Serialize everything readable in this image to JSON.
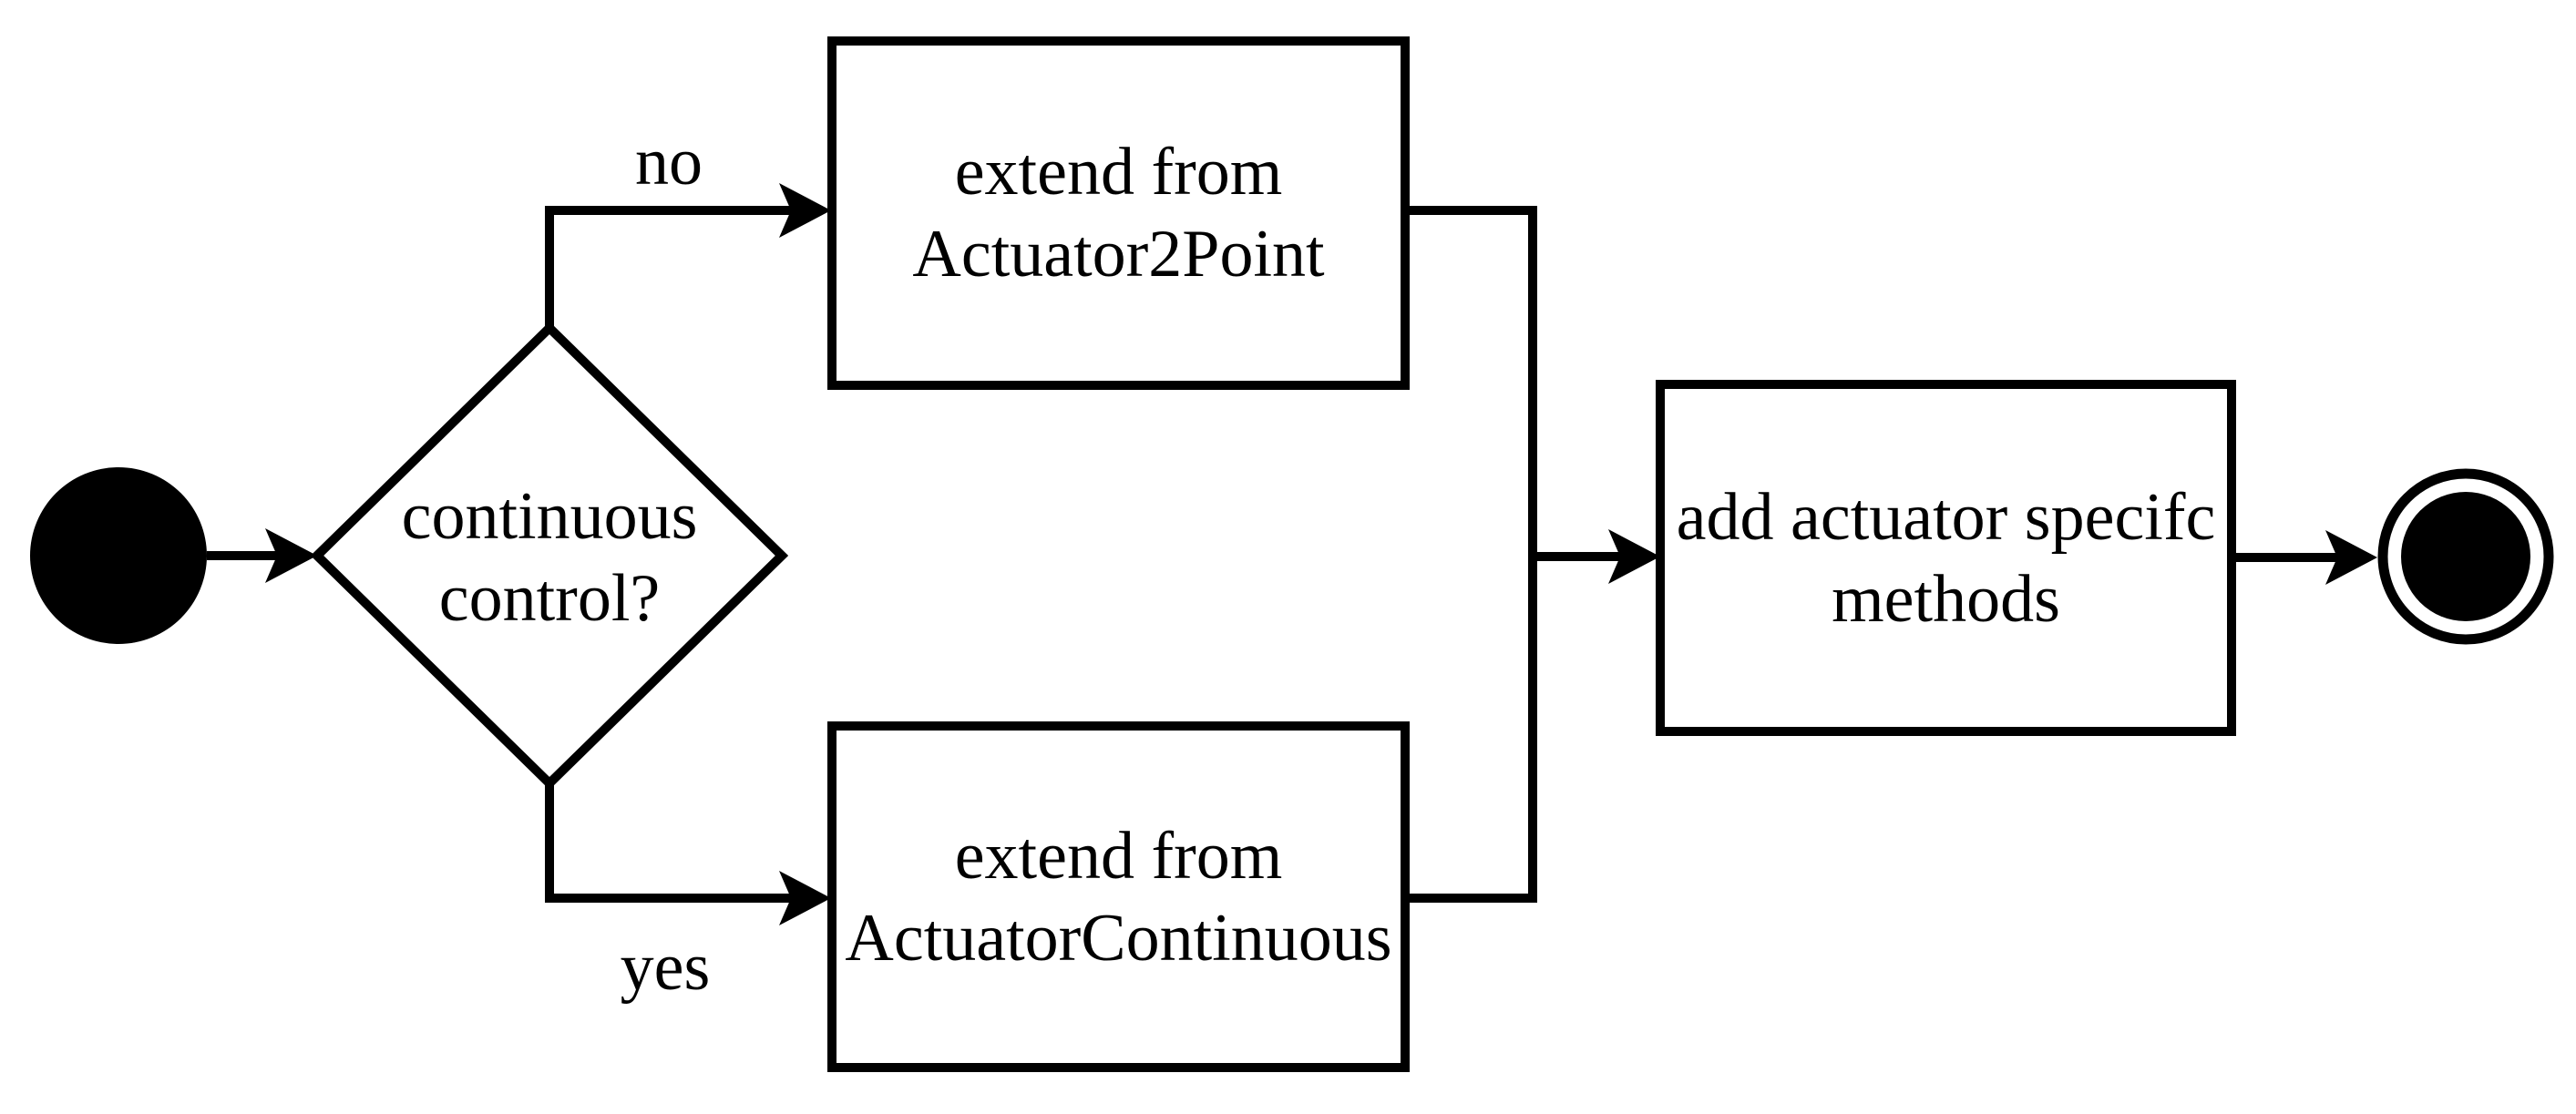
{
  "diagram": {
    "kind": "activity-flowchart",
    "colors": {
      "background": "#ffffff",
      "line": "#000000"
    },
    "decision": {
      "line1": "continuous",
      "line2": "control?"
    },
    "edges": {
      "no_label": "no",
      "yes_label": "yes"
    },
    "actions": {
      "top": {
        "line1": "extend from",
        "line2": "Actuator2Point"
      },
      "bottom": {
        "line1": "extend from",
        "line2": "ActuatorContinuous"
      },
      "merge": {
        "line1": "add actuator specifc",
        "line2": "methods"
      }
    }
  }
}
